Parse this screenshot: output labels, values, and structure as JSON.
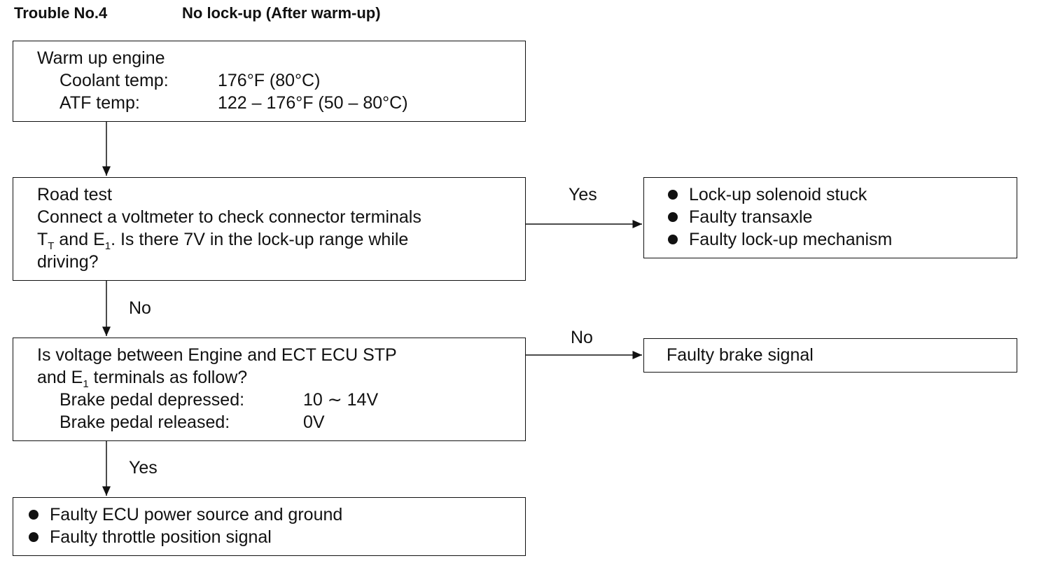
{
  "header": {
    "trouble_no": "Trouble No.4",
    "title": "No lock-up (After warm-up)"
  },
  "step1": {
    "title": "Warm up engine",
    "coolant_label": "Coolant temp:",
    "coolant_value": "176°F (80°C)",
    "atf_label": "ATF temp:",
    "atf_value": "122 – 176°F (50 – 80°C)"
  },
  "step2": {
    "title": "Road test",
    "line1": "Connect a voltmeter to check connector terminals",
    "t_main": "T",
    "t_sub": "T",
    "and": " and ",
    "e_main": "E",
    "e_sub": "1",
    "line2_rest": ". Is there 7V in the lock-up range while",
    "line3": "driving?"
  },
  "step3": {
    "line1": "Is voltage between Engine and ECT ECU STP",
    "line2_pre": "and ",
    "e_main": "E",
    "e_sub": "1",
    "line2_rest": " terminals as follow?",
    "depressed_label": "Brake pedal depressed:",
    "depressed_value": "10 ∼ 14V",
    "released_label": "Brake pedal released:",
    "released_value": "0V"
  },
  "result_yes1": {
    "items": [
      "Lock-up solenoid stuck",
      "Faulty transaxle",
      "Faulty lock-up mechanism"
    ]
  },
  "result_no2": {
    "text": "Faulty brake signal"
  },
  "result_final": {
    "items": [
      "Faulty ECU power source and ground",
      "Faulty throttle position signal"
    ]
  },
  "labels": {
    "yes1": "Yes",
    "no1": "No",
    "no2": "No",
    "yes2": "Yes"
  }
}
